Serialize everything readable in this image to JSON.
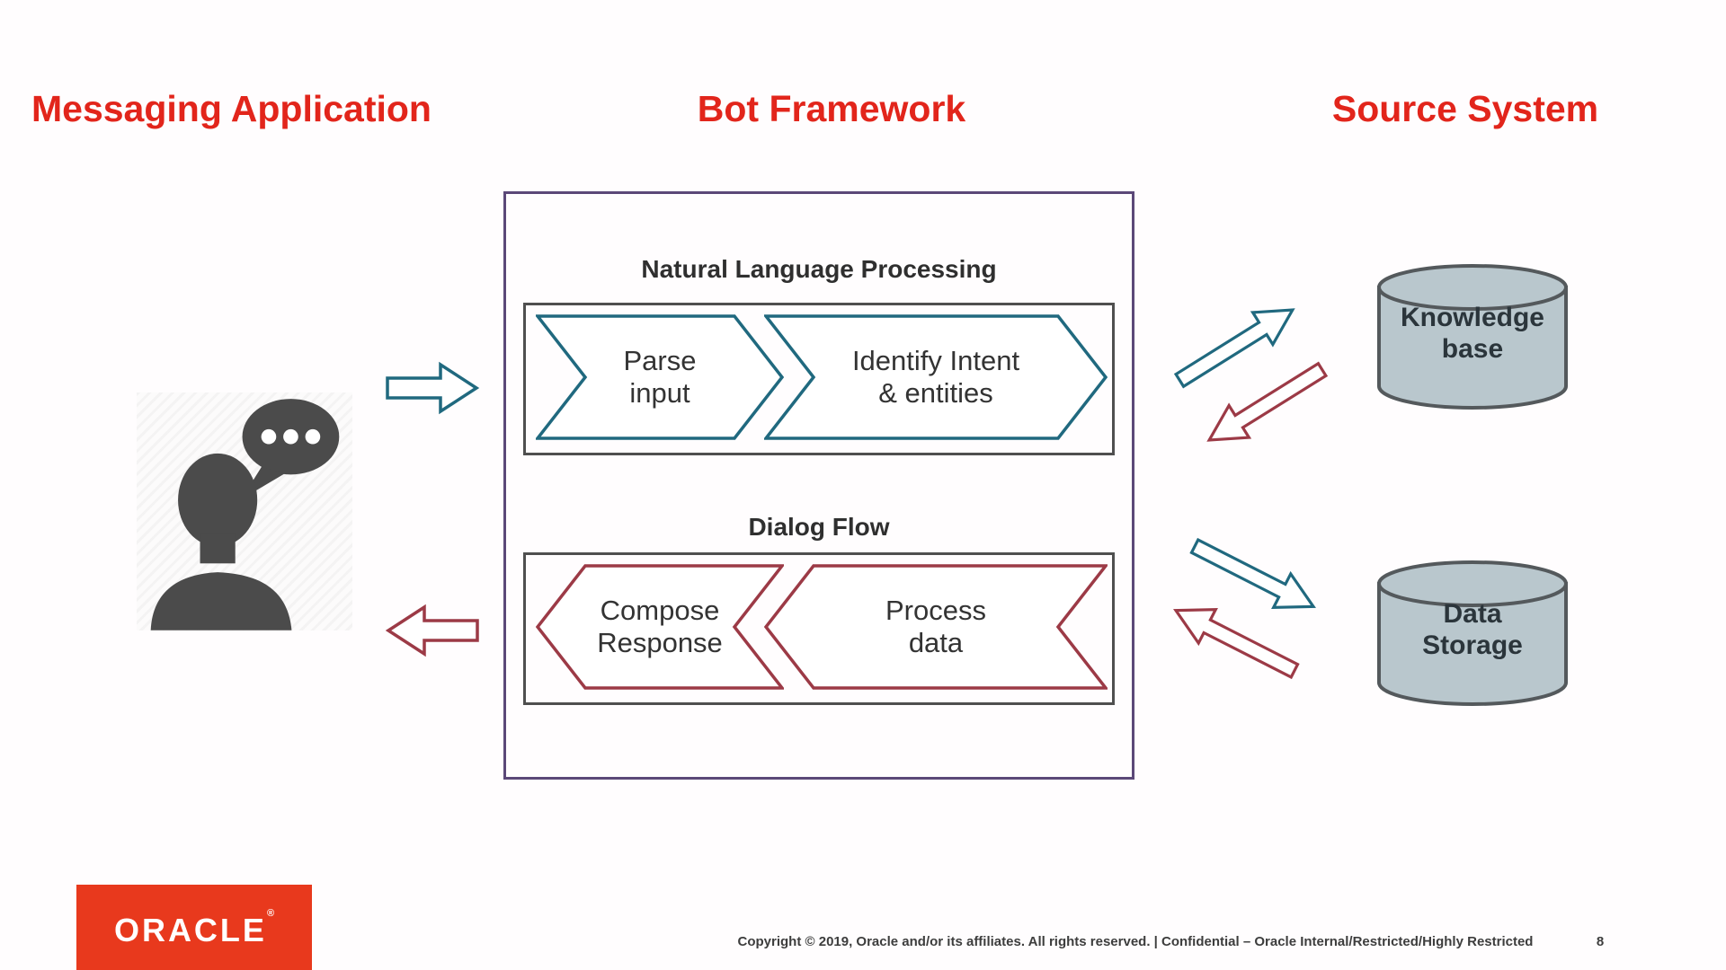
{
  "titles": {
    "messaging": "Messaging Application",
    "bot": "Bot Framework",
    "source": "Source System"
  },
  "bot_framework": {
    "nlp_title": "Natural Language Processing",
    "nlp_steps": [
      {
        "label": "Parse\ninput"
      },
      {
        "label": "Identify Intent\n& entities"
      }
    ],
    "dialog_title": "Dialog Flow",
    "dialog_steps": [
      {
        "label": "Compose\nResponse"
      },
      {
        "label": "Process\ndata"
      }
    ]
  },
  "source_system": {
    "knowledge_base": "Knowledge\nbase",
    "data_storage": "Data\nStorage"
  },
  "footer": {
    "copyright": "Copyright © 2019, Oracle and/or its affiliates. All rights reserved.  |  Confidential – Oracle Internal/Restricted/Highly Restricted",
    "page_number": "8",
    "logo_text": "ORACLE",
    "logo_registered": "®"
  },
  "colors": {
    "heading_red": "#e2251b",
    "oracle_red": "#e8391d",
    "purple_border": "#5b4878",
    "teal": "#20697f",
    "maroon": "#9c3a46",
    "gray_border": "#4f4f4f",
    "cylinder_fill": "#b9c7cd",
    "cylinder_stroke": "#54595c",
    "person_gray": "#4b4b4b",
    "dark_text": "#333333"
  }
}
